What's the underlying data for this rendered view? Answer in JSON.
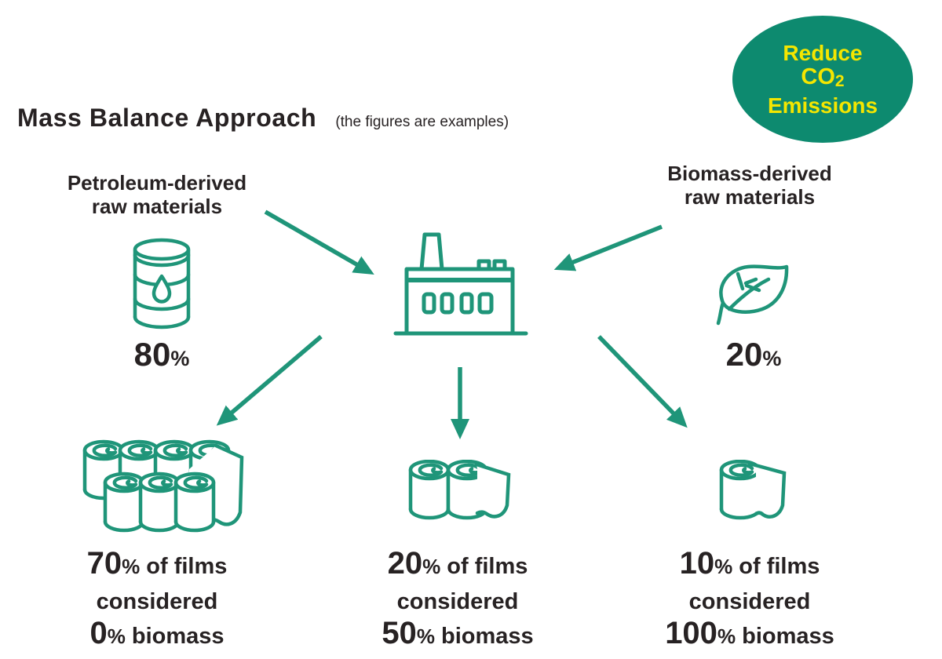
{
  "title": "Mass Balance Approach",
  "subtitle": "(the figures are examples)",
  "badge": {
    "line1": "Reduce",
    "co": "CO",
    "co_sub": "2",
    "line3": "Emissions"
  },
  "sources": {
    "petroleum": {
      "name_line1": "Petroleum-derived",
      "name_line2": "raw materials",
      "value": "80",
      "unit": "%"
    },
    "biomass": {
      "name_line1": "Biomass-derived",
      "name_line2": "raw materials",
      "value": "20",
      "unit": "%"
    }
  },
  "products": [
    {
      "share": "70",
      "share_unit": "%",
      "share_rest": "of films",
      "middle": "considered",
      "biomass": "0",
      "biomass_unit": "%",
      "biomass_rest": "biomass"
    },
    {
      "share": "20",
      "share_unit": "%",
      "share_rest": "of films",
      "middle": "considered",
      "biomass": "50",
      "biomass_unit": "%",
      "biomass_rest": "biomass"
    },
    {
      "share": "10",
      "share_unit": "%",
      "share_rest": "of films",
      "middle": "considered",
      "biomass": "100",
      "biomass_unit": "%",
      "biomass_rest": "biomass"
    }
  ],
  "colors": {
    "accent": "#1f9579",
    "badge_bg": "#0d8a6f",
    "badge_text": "#f4e600",
    "text": "#272223"
  }
}
